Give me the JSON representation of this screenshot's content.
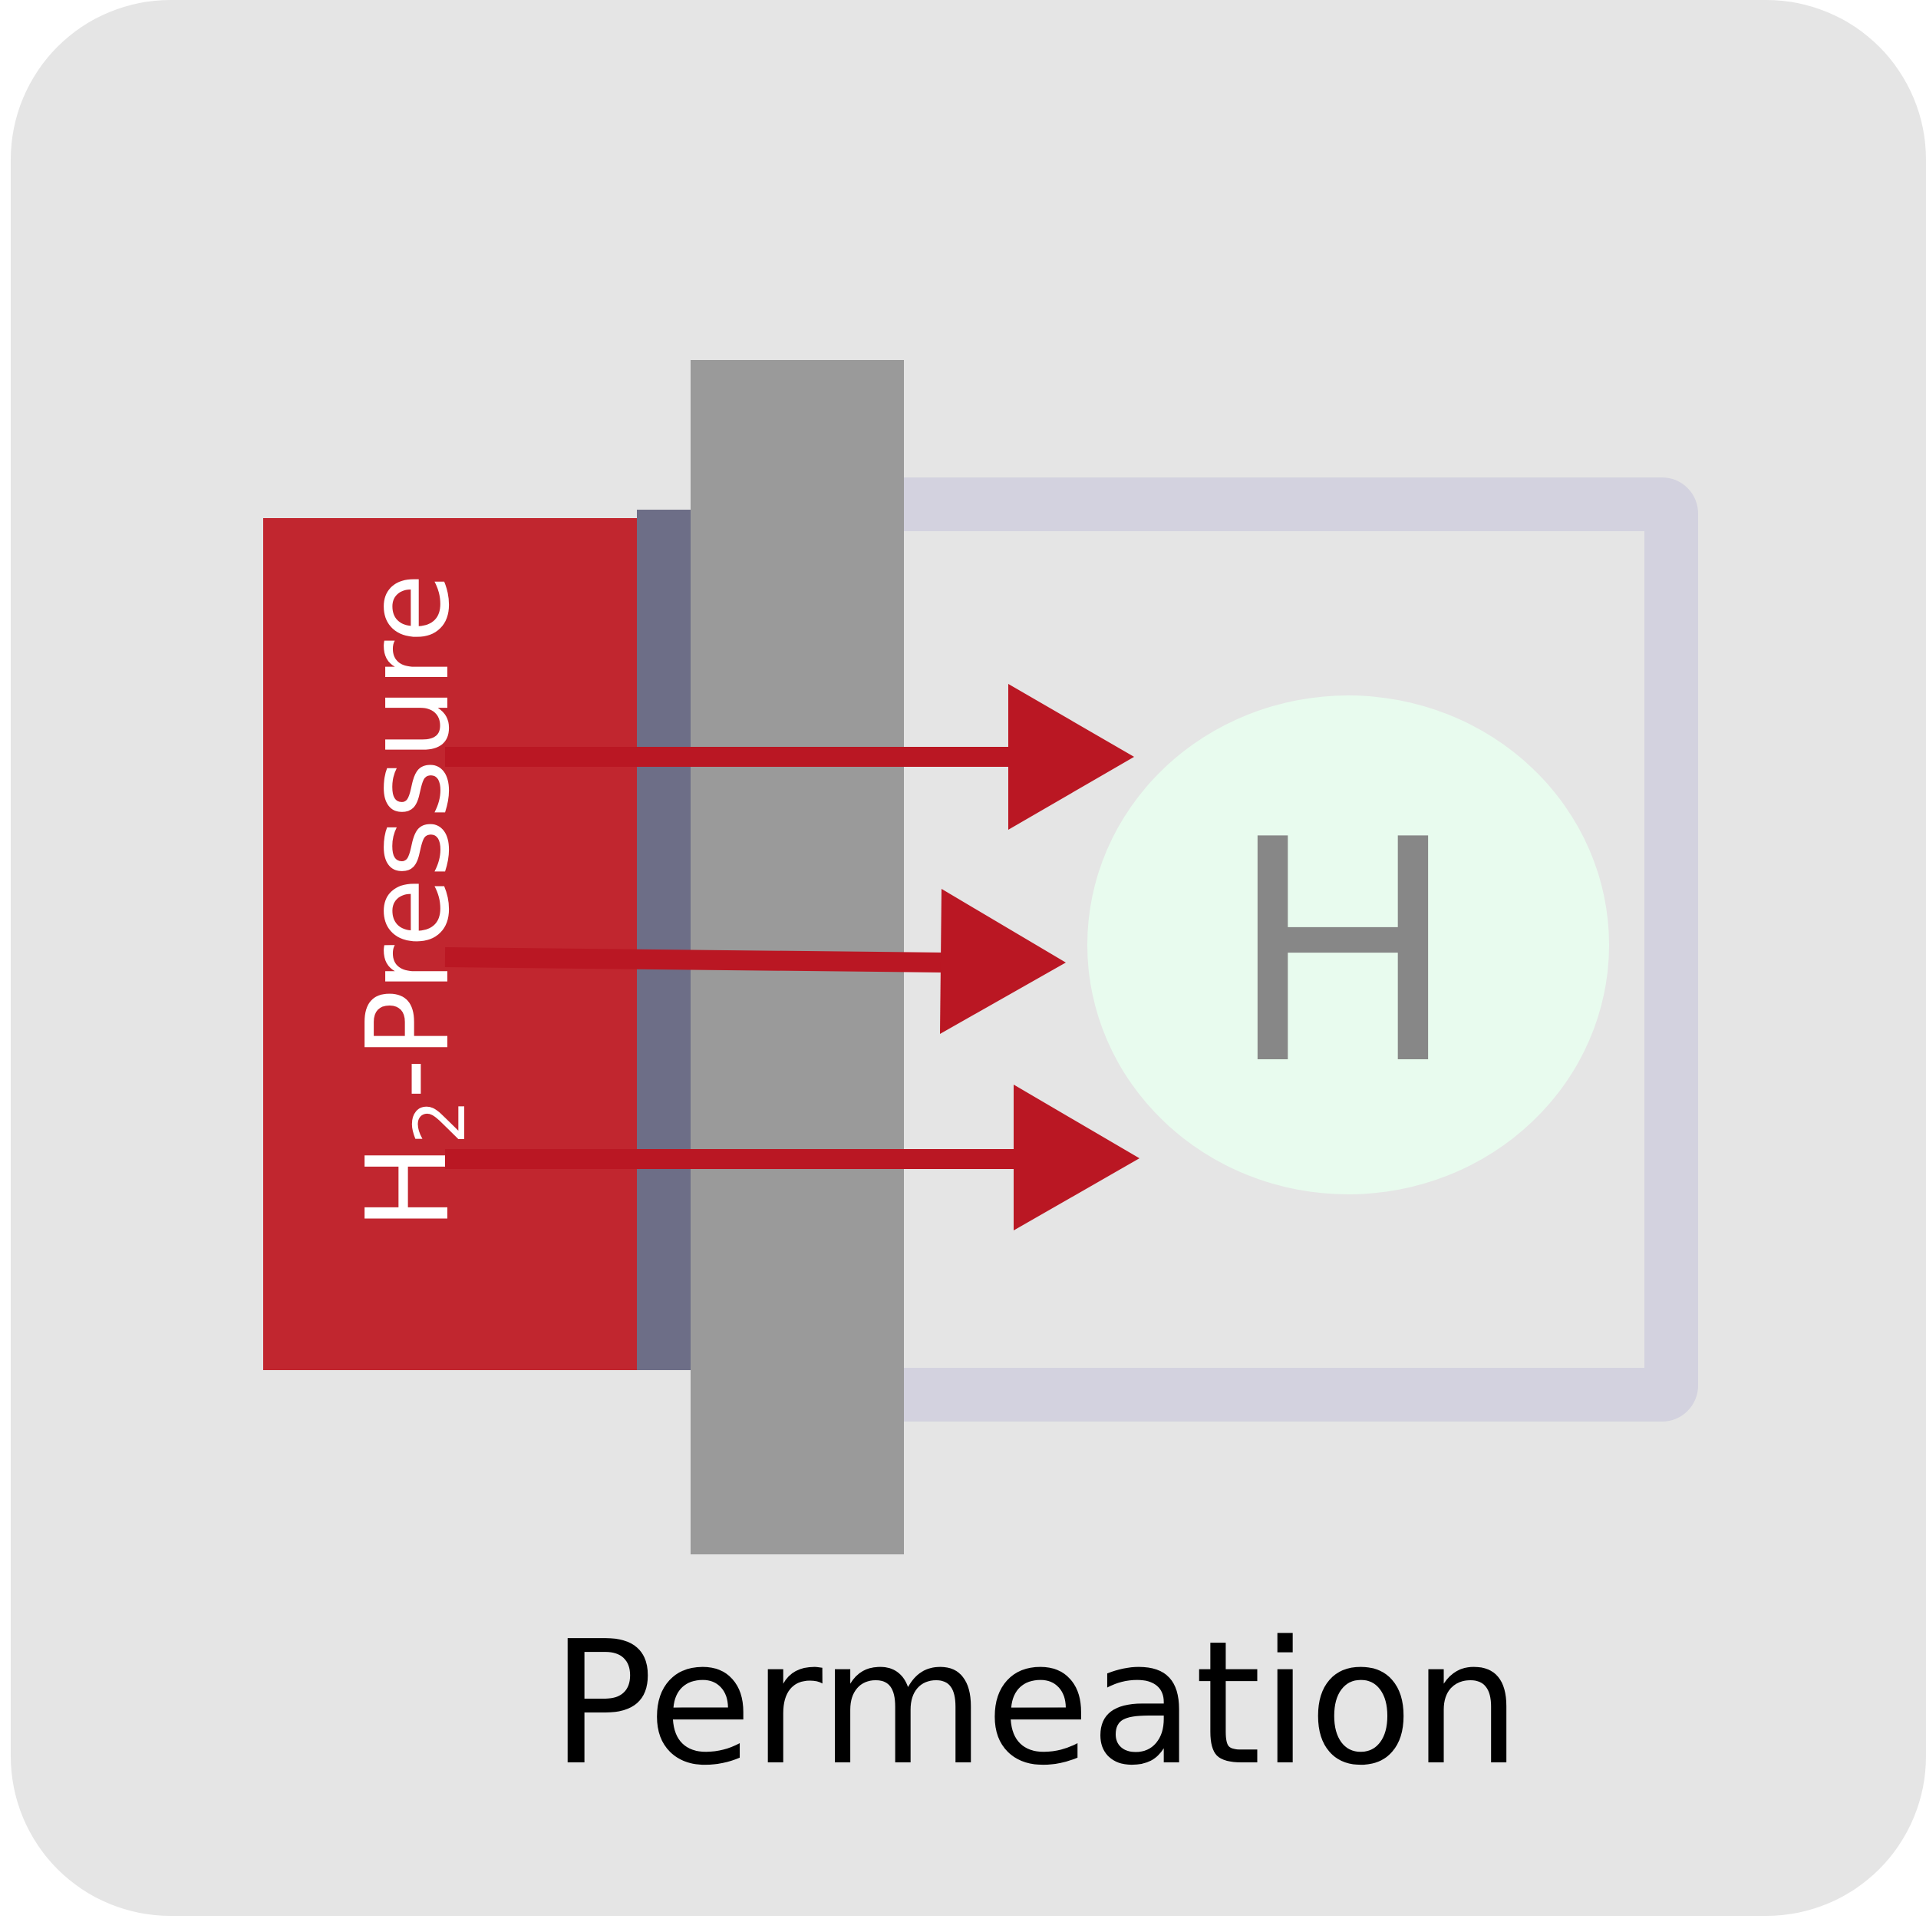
{
  "pressure_label": {
    "base": "H",
    "subscript": "2",
    "suffix": "-Pressure"
  },
  "atom_label": "H",
  "caption": "Permeation",
  "colors": {
    "background": "#e5e5e5",
    "pressure_block": "#c1262f",
    "interface_layer": "#6d6e87",
    "membrane": "#9a9a9a",
    "chamber_outline": "#d3d2df",
    "arrow": "#ba1723",
    "atom_fill": "#e8fbee",
    "atom_text": "#878787",
    "caption_text": "#000000"
  }
}
